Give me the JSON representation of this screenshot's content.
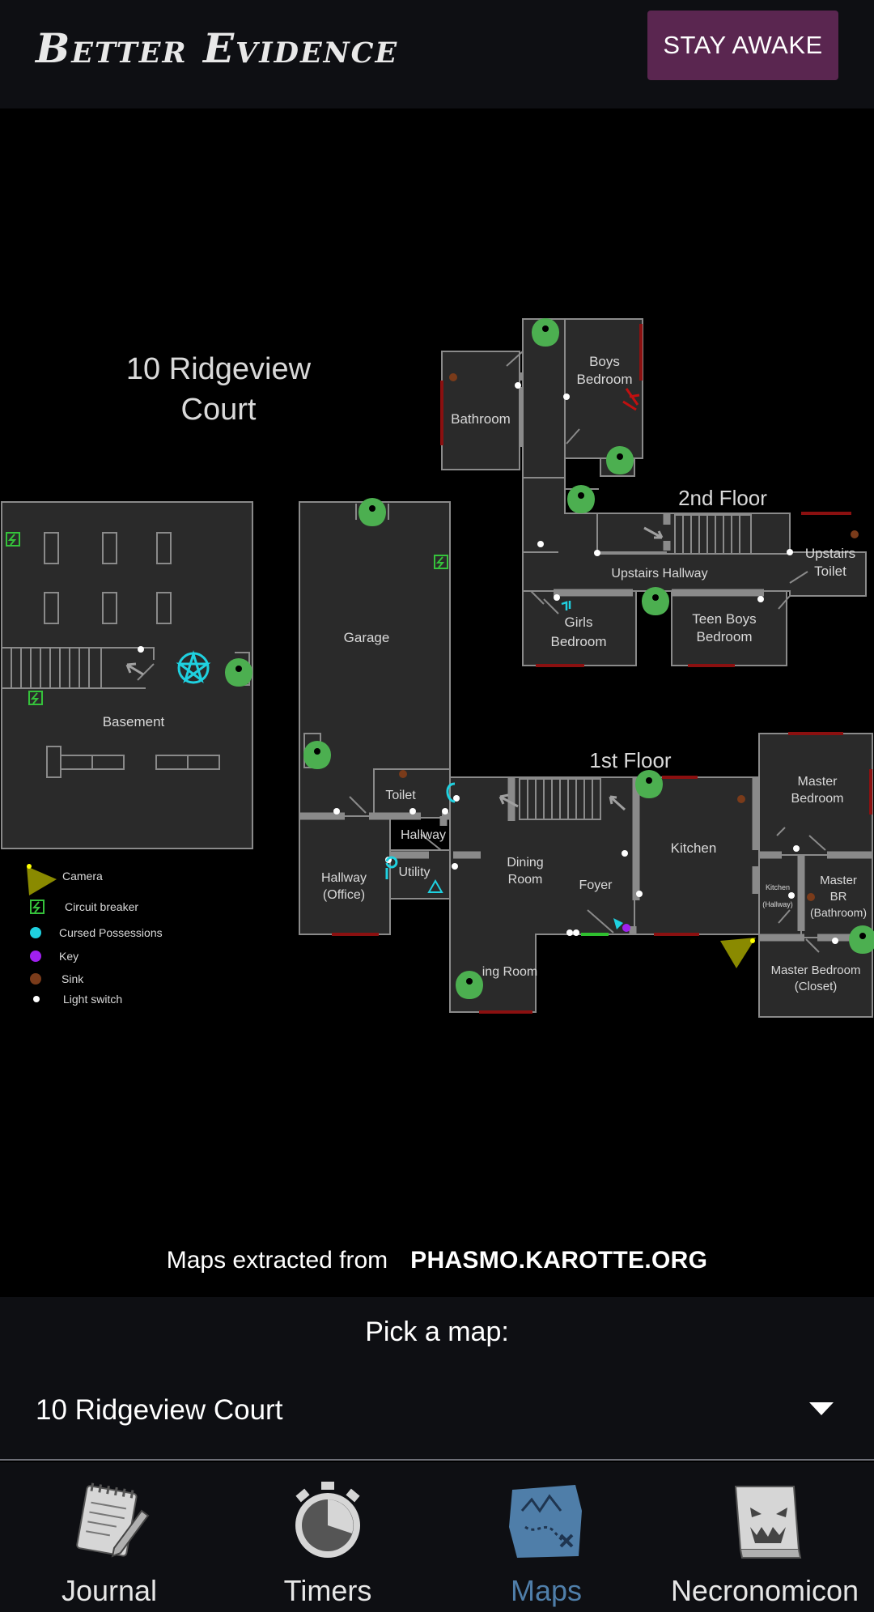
{
  "app": {
    "title": "Better Evidence",
    "stay_awake": "STAY AWAKE"
  },
  "map": {
    "name": "10 Ridgeview Court",
    "name_line1": "10 Ridgeview",
    "name_line2": "Court",
    "floors": {
      "second": "2nd Floor",
      "first": "1st Floor"
    },
    "rooms": {
      "bathroom": "Bathroom",
      "boys_bedroom_1": "Boys",
      "boys_bedroom_2": "Bedroom",
      "upstairs_toilet_1": "Upstairs",
      "upstairs_toilet_2": "Toilet",
      "upstairs_hallway": "Upstairs Hallway",
      "girls_bedroom_1": "Girls",
      "girls_bedroom_2": "Bedroom",
      "teen_boys_1": "Teen Boys",
      "teen_boys_2": "Bedroom",
      "garage": "Garage",
      "basement": "Basement",
      "toilet": "Toilet",
      "hallway": "Hallway",
      "hallway_office_1": "Hallway",
      "hallway_office_2": "(Office)",
      "utility": "Utility",
      "dining_1": "Dining",
      "dining_2": "Room",
      "foyer": "Foyer",
      "kitchen": "Kitchen",
      "living_room": "ing Room",
      "master_bedroom_1": "Master",
      "master_bedroom_2": "Bedroom",
      "kitchen_hallway_1": "Kitchen",
      "kitchen_hallway_2": "(Hallway)",
      "master_br_1": "Master",
      "master_br_2": "BR",
      "master_br_3": "(Bathroom)",
      "master_closet_1": "Master Bedroom",
      "master_closet_2": "(Closet)"
    },
    "legend": {
      "camera": "Camera",
      "circuit_breaker": "Circuit breaker",
      "cursed": "Cursed Possessions",
      "key": "Key",
      "sink": "Sink",
      "light_switch": "Light switch"
    },
    "colors": {
      "room": "#2a2a2a",
      "wall": "#8a8a8a",
      "pin": "#4caf50",
      "cursed": "#1fd1e0",
      "key": "#a020f0",
      "sink": "#7a3b1a",
      "door": "#8b1010"
    }
  },
  "credit": {
    "prefix": "Maps extracted from",
    "source": "PHASMO.KAROTTE.ORG"
  },
  "picker": {
    "title": "Pick a map:",
    "selected": "10 Ridgeview Court"
  },
  "tabs": [
    {
      "label": "Journal"
    },
    {
      "label": "Timers"
    },
    {
      "label": "Maps"
    },
    {
      "label": "Necronomicon"
    }
  ]
}
